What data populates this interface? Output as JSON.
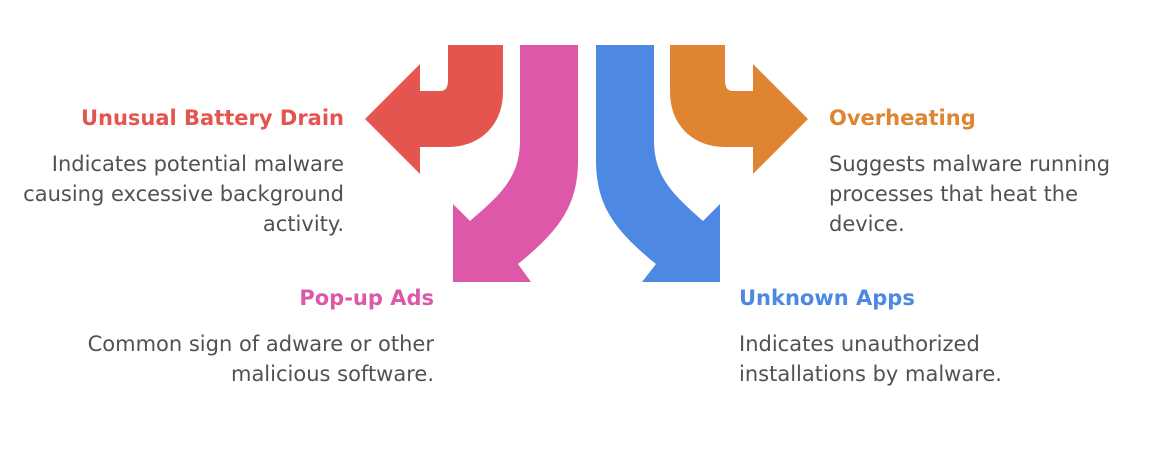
{
  "colors": {
    "battery": "#e55550",
    "popup": "#dd58a9",
    "unknown": "#4d88e3",
    "overheat": "#df8431",
    "text": "#555050"
  },
  "items": {
    "battery": {
      "title": "Unusual Battery Drain",
      "description": "Indicates potential malware causing excessive background activity."
    },
    "popup": {
      "title": "Pop-up Ads",
      "description": "Common sign of adware or other malicious software."
    },
    "overheat": {
      "title": "Overheating",
      "description": "Suggests malware running processes that heat the device."
    },
    "unknown": {
      "title": "Unknown Apps",
      "description": "Indicates unauthorized installations by malware."
    }
  }
}
